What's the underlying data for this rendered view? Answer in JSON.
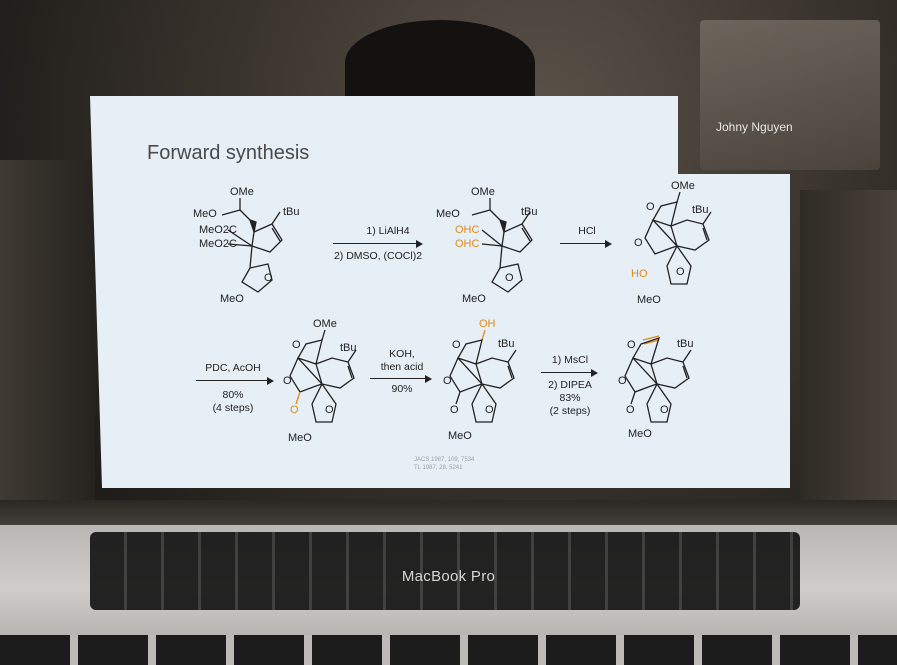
{
  "slide": {
    "title": "Forward synthesis",
    "presenter": "Johny Nguyen",
    "reference_lines": [
      "JACS 1987, 109, 7534",
      "TL 1987, 28, 5241"
    ]
  },
  "laptop": {
    "brand": "MacBook Pro"
  },
  "molecules": {
    "m1": {
      "ome": "OMe",
      "meo_top": "MeO",
      "tbu": "tBu",
      "ester1": "MeO2C",
      "ester2": "MeO2C",
      "o": "O",
      "meo_bottom": "MeO"
    },
    "m2": {
      "ome": "OMe",
      "meo_top": "MeO",
      "tbu": "tBu",
      "cho1": "OHC",
      "cho2": "OHC",
      "o": "O",
      "meo_bottom": "MeO"
    },
    "m3": {
      "ome": "OMe",
      "o1": "O",
      "tbu": "tBu",
      "o2": "O",
      "o3": "O",
      "ho": "HO",
      "meo": "MeO"
    },
    "m4": {
      "ome": "OMe",
      "o1": "O",
      "tbu": "tBu",
      "o2": "O",
      "o3": "O",
      "o_carbonyl": "O",
      "meo": "MeO"
    },
    "m5": {
      "oh": "OH",
      "o1": "O",
      "tbu": "tBu",
      "o2": "O",
      "o3": "O",
      "o_carbonyl": "O",
      "meo": "MeO"
    },
    "m6": {
      "o1": "O",
      "tbu": "tBu",
      "o2": "O",
      "o3": "O",
      "o_carbonyl": "O",
      "meo": "MeO"
    }
  },
  "conditions": {
    "step1": {
      "line1": "1) LiAlH4",
      "line2": "2) DMSO, (COCl)2"
    },
    "step2": {
      "line1": "HCl"
    },
    "step3": {
      "line1": "PDC, AcOH",
      "line2": "80%",
      "line3": "(4 steps)"
    },
    "step4": {
      "line1": "KOH,",
      "line2": "then acid",
      "line3": "90%"
    },
    "step5": {
      "line1": "1) MsCl",
      "line2": "2) DIPEA",
      "line3": "83%",
      "line4": "(2 steps)"
    }
  },
  "colors": {
    "highlight": "#e08a1e",
    "slide_bg": "#e6eef6"
  }
}
